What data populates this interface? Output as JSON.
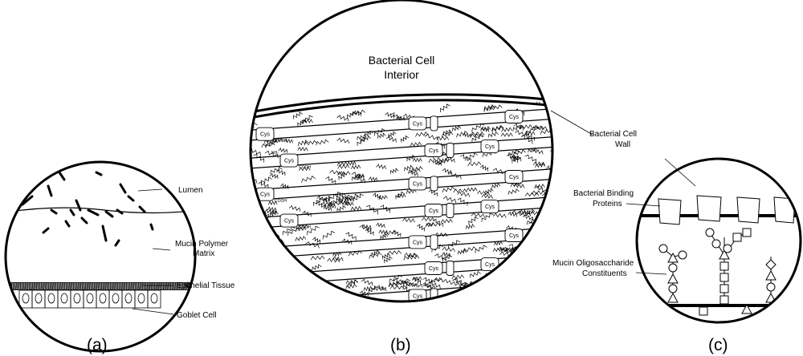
{
  "panel_a": {
    "letter": "(a)",
    "lumen": "Lumen",
    "mucin_line1": "Mucin Polymer",
    "mucin_line2": "Matrix",
    "epithelial": "Epithelial Tissue",
    "goblet": "Goblet Cell"
  },
  "panel_b": {
    "letter": "(b)",
    "interior_line1": "Bacterial Cell",
    "interior_line2": "Interior",
    "cys": "Cys",
    "nh2": "NH₂",
    "cooh": "COOH"
  },
  "panel_c": {
    "letter": "(c)",
    "wall_line1": "Bacterial Cell",
    "wall_line2": "Wall",
    "binding_line1": "Bacterial Binding",
    "binding_line2": "Proteins",
    "oligo_line1": "Mucin Oligosaccharide",
    "oligo_line2": "Constituents"
  },
  "colors": {
    "ink": "#000000",
    "background": "#ffffff"
  }
}
